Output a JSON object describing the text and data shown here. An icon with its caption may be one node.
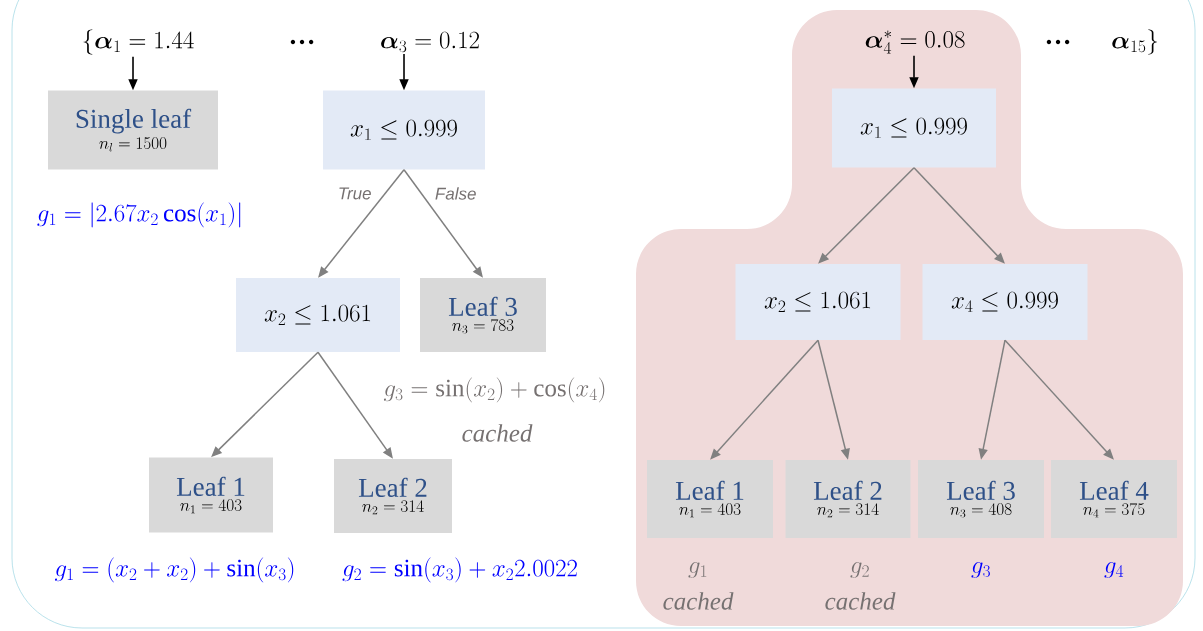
{
  "diagram": {
    "nodes": [
      {
        "text": [
          "\\{\\boldsymbol{\\alpha}_{1} = 1.44"
        ]
      },
      {
        "text": [
          "\\boldsymbol{\\alpha}_{3} = 0.12"
        ]
      },
      {
        "text": [
          "Single leaf",
          "n_{l} = 1500"
        ],
        "beside": [
          "g_{1} = \\left|2.67 x_{2} \\cos(x_{1})\\right|"
        ]
      },
      {
        "text": [
          "x_{1} \\leq 0.999"
        ]
      },
      {
        "text": [
          "x_{2} \\leq 1.061"
        ]
      },
      {
        "text": [
          "Leaf 3",
          "n_{3} = 783"
        ],
        "beside": [
          "g_{3} = \\sin(x_{2}) + \\cos(x_{4})",
          "cached"
        ]
      },
      {
        "text": [
          "Leaf 1",
          "n_{1} = 403"
        ],
        "beside": [
          "g_{1} = (x_{2} + x_{2}) + \\sin(x_{3})"
        ]
      },
      {
        "text": [
          "Leaf 2",
          "n_{2} = 314"
        ],
        "beside": [
          "g_{2} = \\sin(x_{3}) + x_{2} 2.0022"
        ]
      },
      {
        "text": [],
        "shape": "box"
      },
      {
        "text": [
          "\\boldsymbol{\\alpha}^{*}_{4} = 0.08"
        ],
        "in": 8
      },
      {
        "text": [
          "x_{1} \\leq 0.999"
        ],
        "in": 8
      },
      {
        "text": [
          "x_{2} \\leq 1.061"
        ],
        "in": 8
      },
      {
        "text": [
          "x_{4} \\leq 0.999"
        ],
        "in": 8
      },
      {
        "text": [
          "Leaf 1",
          "n_{1} = 403"
        ],
        "in": 8,
        "beside": [
          "g_{1}",
          "cached"
        ]
      },
      {
        "text": [
          "Leaf 2",
          "n_{2} = 314"
        ],
        "in": 8,
        "beside": [
          "g_{2}",
          "cached"
        ]
      },
      {
        "text": [
          "Leaf 3",
          "n_{3} = 408"
        ],
        "in": 8,
        "beside": [
          "g_{3}"
        ]
      },
      {
        "text": [
          "Leaf 4",
          "n_{4} = 375"
        ],
        "in": 8,
        "beside": [
          "g_{4}"
        ]
      }
    ],
    "edges": [
      {
        "from": 0,
        "to": 2,
        "arrow": "to",
        "color": "#000000"
      },
      {
        "from": 1,
        "to": 3,
        "arrow": "to",
        "color": "#000000"
      },
      {
        "from": 3,
        "to": 4,
        "arrow": "to",
        "label": "True"
      },
      {
        "from": 3,
        "to": 5,
        "arrow": "to",
        "label": "False"
      },
      {
        "from": 4,
        "to": 6,
        "arrow": "to"
      },
      {
        "from": 4,
        "to": 7,
        "arrow": "to"
      },
      {
        "from": 9,
        "to": 10,
        "arrow": "to",
        "color": "#000000"
      },
      {
        "from": 10,
        "to": 11,
        "arrow": "to"
      },
      {
        "from": 10,
        "to": 12,
        "arrow": "to"
      },
      {
        "from": 11,
        "to": 13,
        "arrow": "to"
      },
      {
        "from": 11,
        "to": 14,
        "arrow": "to"
      },
      {
        "from": 12,
        "to": 15,
        "arrow": "to"
      },
      {
        "from": 12,
        "to": 16,
        "arrow": "to"
      }
    ],
    "labels": [
      "…",
      "…",
      "\\boldsymbol{\\alpha}_{15}\\}"
    ]
  }
}
